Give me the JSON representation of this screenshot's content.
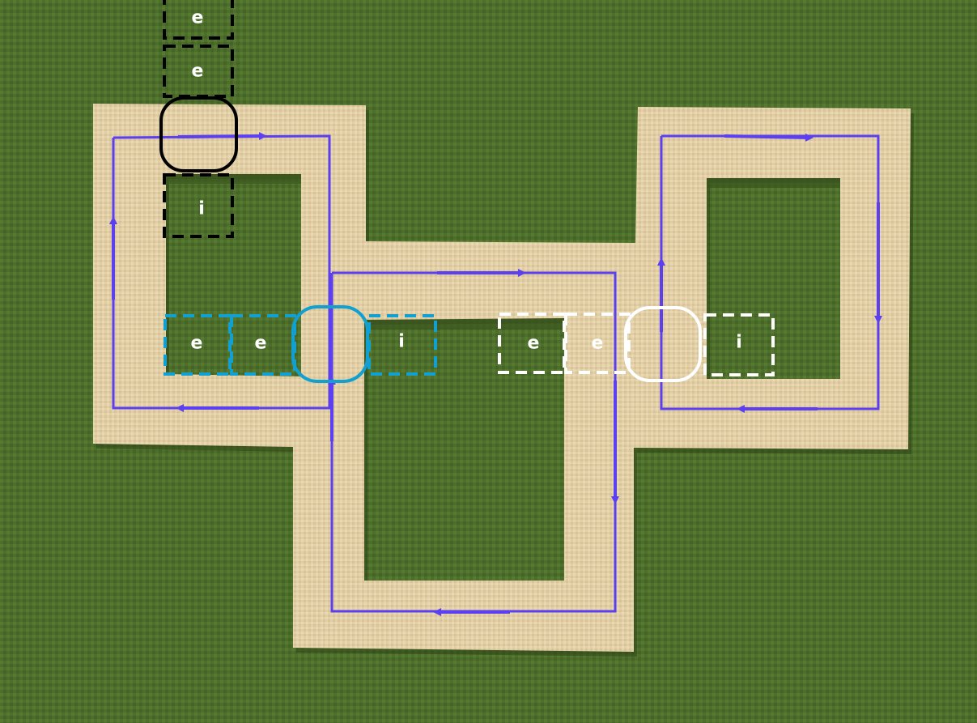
{
  "colors": {
    "grass": "#4d6f2b",
    "sand": "#e2cfa6",
    "sand_shadow": "#a8946c",
    "flow_arrow": "#5b3ff0",
    "marker_black": "#000000",
    "marker_cyan": "#12a0d0",
    "marker_white": "#ffffff"
  },
  "labels": {
    "black_top_e": "e",
    "black_mid_e": "e",
    "black_i": "i",
    "cyan_e1": "e",
    "cyan_e2": "e",
    "cyan_i": "i",
    "white_e1": "e",
    "white_e2": "e",
    "white_i": "i"
  },
  "groups": [
    {
      "name": "black",
      "color": "marker_black",
      "boxes": [
        "e",
        "e",
        "i"
      ]
    },
    {
      "name": "cyan",
      "color": "marker_cyan",
      "boxes": [
        "e",
        "e",
        "i"
      ]
    },
    {
      "name": "white",
      "color": "marker_white",
      "boxes": [
        "e",
        "e",
        "i"
      ]
    }
  ]
}
